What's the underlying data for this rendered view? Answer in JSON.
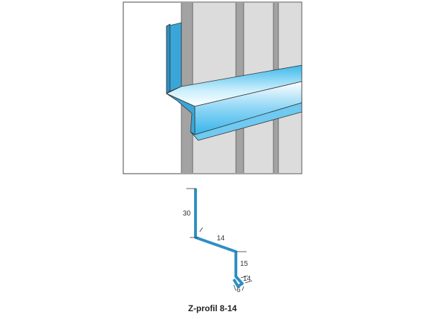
{
  "caption": "Z-profil 8-14",
  "dimensions": {
    "top_flange": "30",
    "slope": "14",
    "lower_flange": "15",
    "drip": "14",
    "hook": "6"
  },
  "colors": {
    "profile": "#3aa6d8",
    "profile_light": "#bfe8fb",
    "wall": "#d9d9d9",
    "groove": "#a3a3a3",
    "outline": "#333333"
  }
}
